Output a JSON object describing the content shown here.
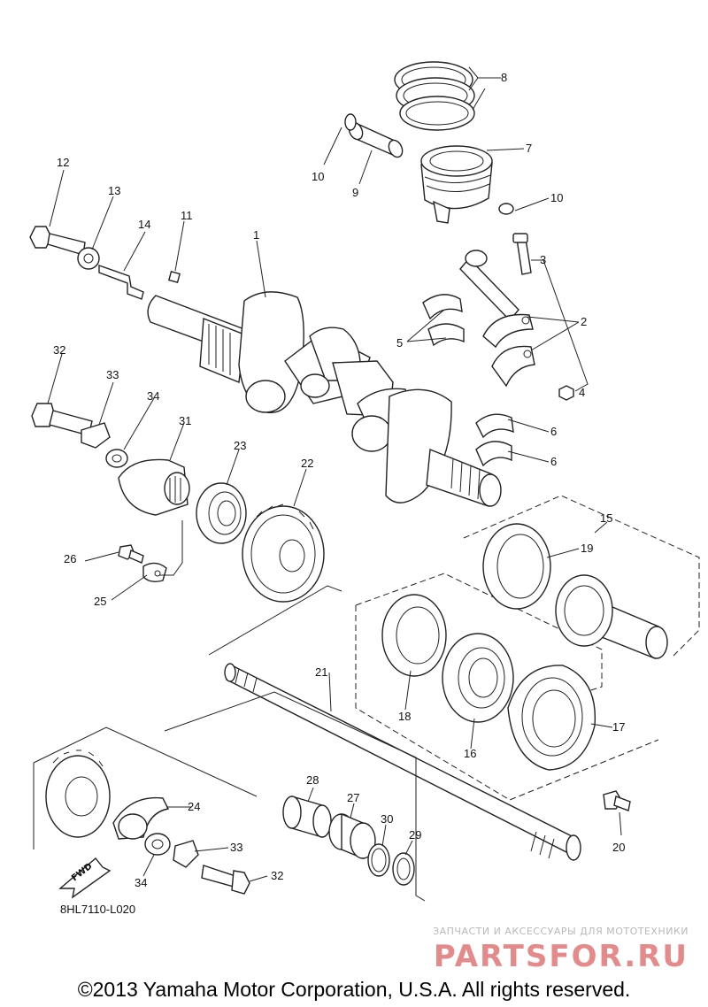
{
  "diagram": {
    "labels": {
      "p1": "1",
      "p2": "2",
      "p3": "3",
      "p4": "4",
      "p5": "5",
      "p6a": "6",
      "p6b": "6",
      "p7": "7",
      "p8": "8",
      "p9": "9",
      "p10a": "10",
      "p10b": "10",
      "p11": "11",
      "p12": "12",
      "p13": "13",
      "p14": "14",
      "p15": "15",
      "p16": "16",
      "p17": "17",
      "p18": "18",
      "p19": "19",
      "p20": "20",
      "p21": "21",
      "p22": "22",
      "p23": "23",
      "p24": "24",
      "p25": "25",
      "p26": "26",
      "p27": "27",
      "p28": "28",
      "p29": "29",
      "p30": "30",
      "p31": "31",
      "p32a": "32",
      "p32b": "32",
      "p33a": "33",
      "p33b": "33",
      "p34a": "34",
      "p34b": "34"
    },
    "fwd_label": "FWD",
    "drawing_code": "8HL7110-L020"
  },
  "watermark": {
    "caption": "ЗАПЧАСТИ И АКСЕССУАРЫ ДЛЯ МОТОТЕХНИКИ",
    "logo": "PARTSFOR.RU"
  },
  "footer": {
    "copyright": "©2013 Yamaha Motor Corporation, U.S.A. All rights reserved."
  }
}
